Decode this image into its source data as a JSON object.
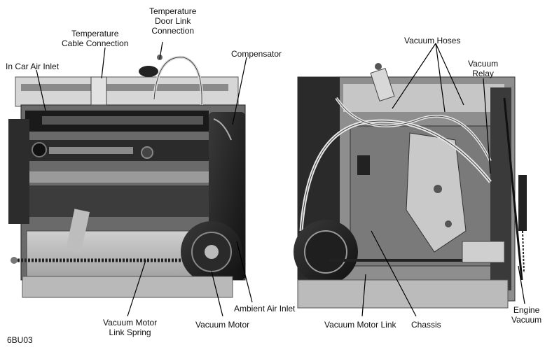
{
  "figure": {
    "code": "6BU03",
    "callouts": {
      "temperature_door_link_connection": "Temperature\nDoor Link\nConnection",
      "temperature_cable_connection": "Temperature\nCable Connection",
      "in_car_air_inlet": "In Car Air Inlet",
      "compensator": "Compensator",
      "vacuum_hoses": "Vacuum Hoses",
      "vacuum_relay": "Vacuum\nRelay",
      "ambient_air_inlet": "Ambient Air Inlet",
      "vacuum_motor_link_spring": "Vacuum Motor\nLink Spring",
      "vacuum_motor": "Vacuum Motor",
      "vacuum_motor_link": "Vacuum Motor Link",
      "chassis": "Chassis",
      "engine_vacuum": "Engine\nVacuum"
    }
  }
}
